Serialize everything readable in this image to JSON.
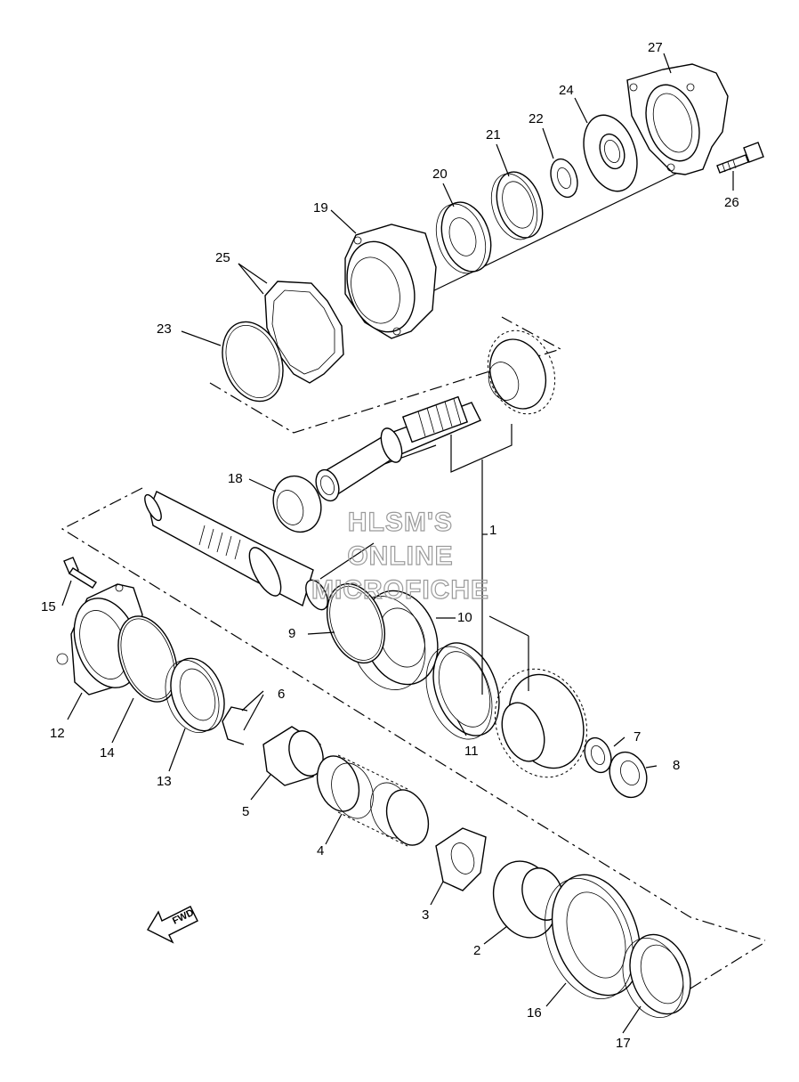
{
  "diagram": {
    "watermark_lines": [
      "HLSM'S",
      "ONLINE",
      "MICROFICHE"
    ],
    "fwd_label": "FWD",
    "callouts": [
      "1",
      "2",
      "3",
      "4",
      "5",
      "6",
      "7",
      "8",
      "9",
      "10",
      "11",
      "12",
      "13",
      "14",
      "15",
      "16",
      "17",
      "18",
      "19",
      "20",
      "21",
      "22",
      "23",
      "24",
      "25",
      "26",
      "27"
    ]
  }
}
